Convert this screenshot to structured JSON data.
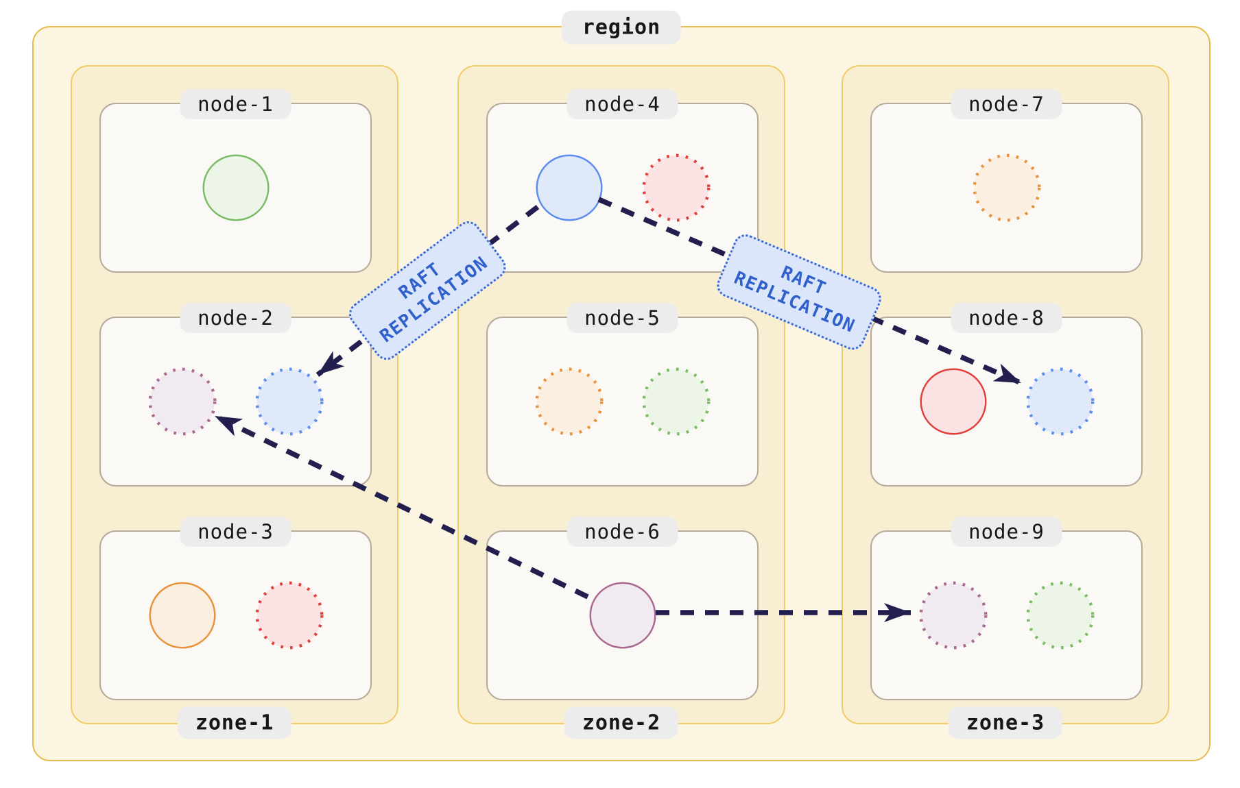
{
  "region": {
    "label": "region"
  },
  "zones": [
    {
      "label": "zone-1",
      "nodes": [
        {
          "label": "node-1",
          "replicas": [
            {
              "color": "green",
              "style": "solid"
            }
          ]
        },
        {
          "label": "node-2",
          "replicas": [
            {
              "color": "purple",
              "style": "dotted"
            },
            {
              "color": "blue",
              "style": "dotted"
            }
          ]
        },
        {
          "label": "node-3",
          "replicas": [
            {
              "color": "orange",
              "style": "solid"
            },
            {
              "color": "red",
              "style": "dotted"
            }
          ]
        }
      ]
    },
    {
      "label": "zone-2",
      "nodes": [
        {
          "label": "node-4",
          "replicas": [
            {
              "color": "blue",
              "style": "solid"
            },
            {
              "color": "red",
              "style": "dotted"
            }
          ]
        },
        {
          "label": "node-5",
          "replicas": [
            {
              "color": "orange",
              "style": "dotted"
            },
            {
              "color": "green",
              "style": "dotted"
            }
          ]
        },
        {
          "label": "node-6",
          "replicas": [
            {
              "color": "purple",
              "style": "solid"
            }
          ]
        }
      ]
    },
    {
      "label": "zone-3",
      "nodes": [
        {
          "label": "node-7",
          "replicas": [
            {
              "color": "orange",
              "style": "dotted"
            }
          ]
        },
        {
          "label": "node-8",
          "replicas": [
            {
              "color": "red",
              "style": "solid"
            },
            {
              "color": "blue",
              "style": "dotted"
            }
          ]
        },
        {
          "label": "node-9",
          "replicas": [
            {
              "color": "purple",
              "style": "dotted"
            },
            {
              "color": "green",
              "style": "dotted"
            }
          ]
        }
      ]
    }
  ],
  "palette": {
    "green": {
      "stroke": "#7cbb66",
      "fill": "#ecf5e8"
    },
    "blue": {
      "stroke": "#5c8cec",
      "fill": "#dfe9fa"
    },
    "red": {
      "stroke": "#e0403b",
      "fill": "#fbe3e3"
    },
    "orange": {
      "stroke": "#e8923b",
      "fill": "#faefe1"
    },
    "purple": {
      "stroke": "#a9688f",
      "fill": "#f2eaf1"
    }
  },
  "arrow": {
    "color": "#221e4e"
  },
  "raft_label": {
    "line1": "RAFT",
    "line2": "REPLICATION"
  },
  "arrows": [
    {
      "from": "node-4 blue replica",
      "to": "node-2 blue replica",
      "label": "RAFT REPLICATION"
    },
    {
      "from": "node-4 blue replica",
      "to": "node-8 blue replica",
      "label": "RAFT REPLICATION"
    },
    {
      "from": "node-6 purple replica",
      "to": "node-2 purple replica",
      "label": ""
    },
    {
      "from": "node-6 purple replica",
      "to": "node-9 purple replica",
      "label": ""
    }
  ]
}
